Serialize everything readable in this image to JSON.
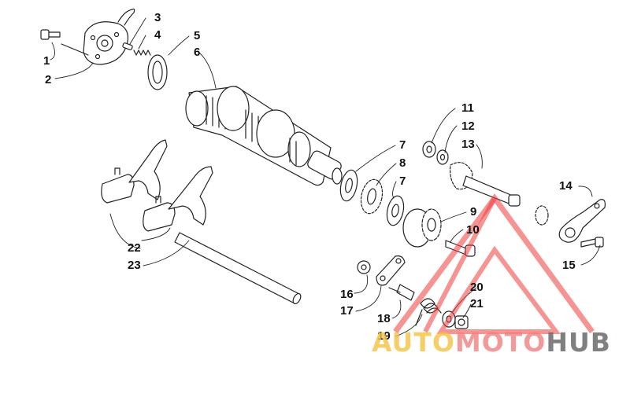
{
  "callouts": [
    "1",
    "2",
    "3",
    "4",
    "5",
    "6",
    "7",
    "8",
    "7",
    "11",
    "12",
    "13",
    "9",
    "10",
    "14",
    "15",
    "16",
    "17",
    "18",
    "19",
    "20",
    "21",
    "22",
    "23"
  ],
  "watermark": {
    "part1": "AUTO",
    "part2": "MOTO",
    "part3": "HUB",
    "color1": "#f5c242",
    "color2": "#f08080",
    "color3": "#6b6b6b",
    "logo_color": "#ef3b3b"
  }
}
